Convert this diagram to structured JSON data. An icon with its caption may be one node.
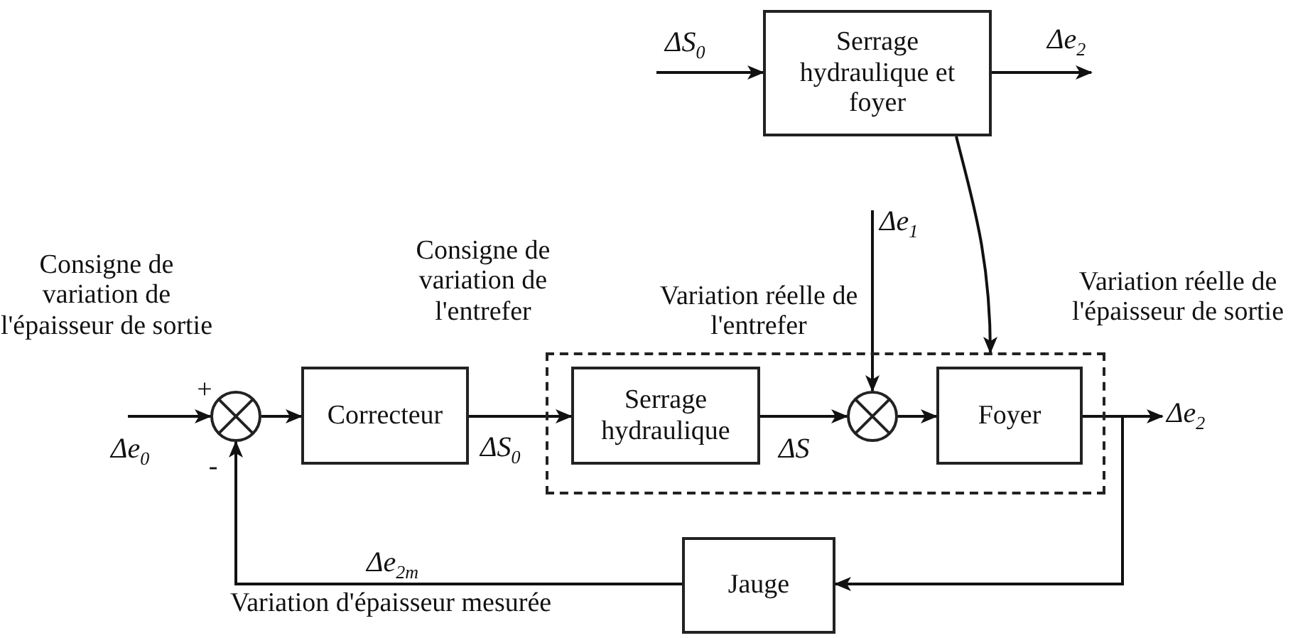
{
  "diagram": {
    "nodes": [
      {
        "text": [
          "Serrage hydraulique et foyer"
        ]
      },
      {
        "text": [],
        "shape": "circle"
      },
      {
        "text": [
          "Correcteur"
        ]
      },
      {
        "text": [],
        "shape": "box"
      },
      {
        "text": [
          "Serrage hydraulique"
        ],
        "in": 3
      },
      {
        "text": [],
        "shape": "circle",
        "in": 3
      },
      {
        "text": [
          "Foyer"
        ],
        "in": 3
      },
      {
        "text": [
          "Jauge"
        ]
      }
    ],
    "edges": [
      {
        "from": null,
        "to": 0,
        "arrow": "to",
        "label": "ΔS$_{0}$"
      },
      {
        "from": 0,
        "to": null,
        "arrow": "to",
        "label": "Δe$_{2}$"
      },
      {
        "from": 0,
        "to": 3,
        "arrow": "to"
      },
      {
        "from": null,
        "to": 1,
        "arrow": "to",
        "label": "Δe$_{0}$"
      },
      {
        "from": 1,
        "to": 2,
        "arrow": "to"
      },
      {
        "from": 2,
        "to": 4,
        "arrow": "to",
        "label": "ΔS$_{0}$"
      },
      {
        "from": 4,
        "to": 5,
        "arrow": "to",
        "label": "ΔS"
      },
      {
        "from": null,
        "to": 5,
        "arrow": "to",
        "label": "Δe$_{1}$"
      },
      {
        "from": 5,
        "to": 6,
        "arrow": "to"
      },
      {
        "from": 6,
        "to": null,
        "arrow": "to",
        "label": "Δe$_{2}$"
      },
      {
        "from": 6,
        "to": 7,
        "arrow": "to"
      },
      {
        "from": 7,
        "to": 1,
        "arrow": "to",
        "label": "Δe$_{2m}$"
      }
    ],
    "labels": [
      "Consigne de variation de l'épaisseur de sortie",
      "+",
      "-",
      "Consigne de variation de l'entrefer",
      "Variation réelle de l'entrefer",
      "Variation réelle de l'épaisseur de sortie",
      "Variation d'épaisseur mesurée"
    ]
  }
}
